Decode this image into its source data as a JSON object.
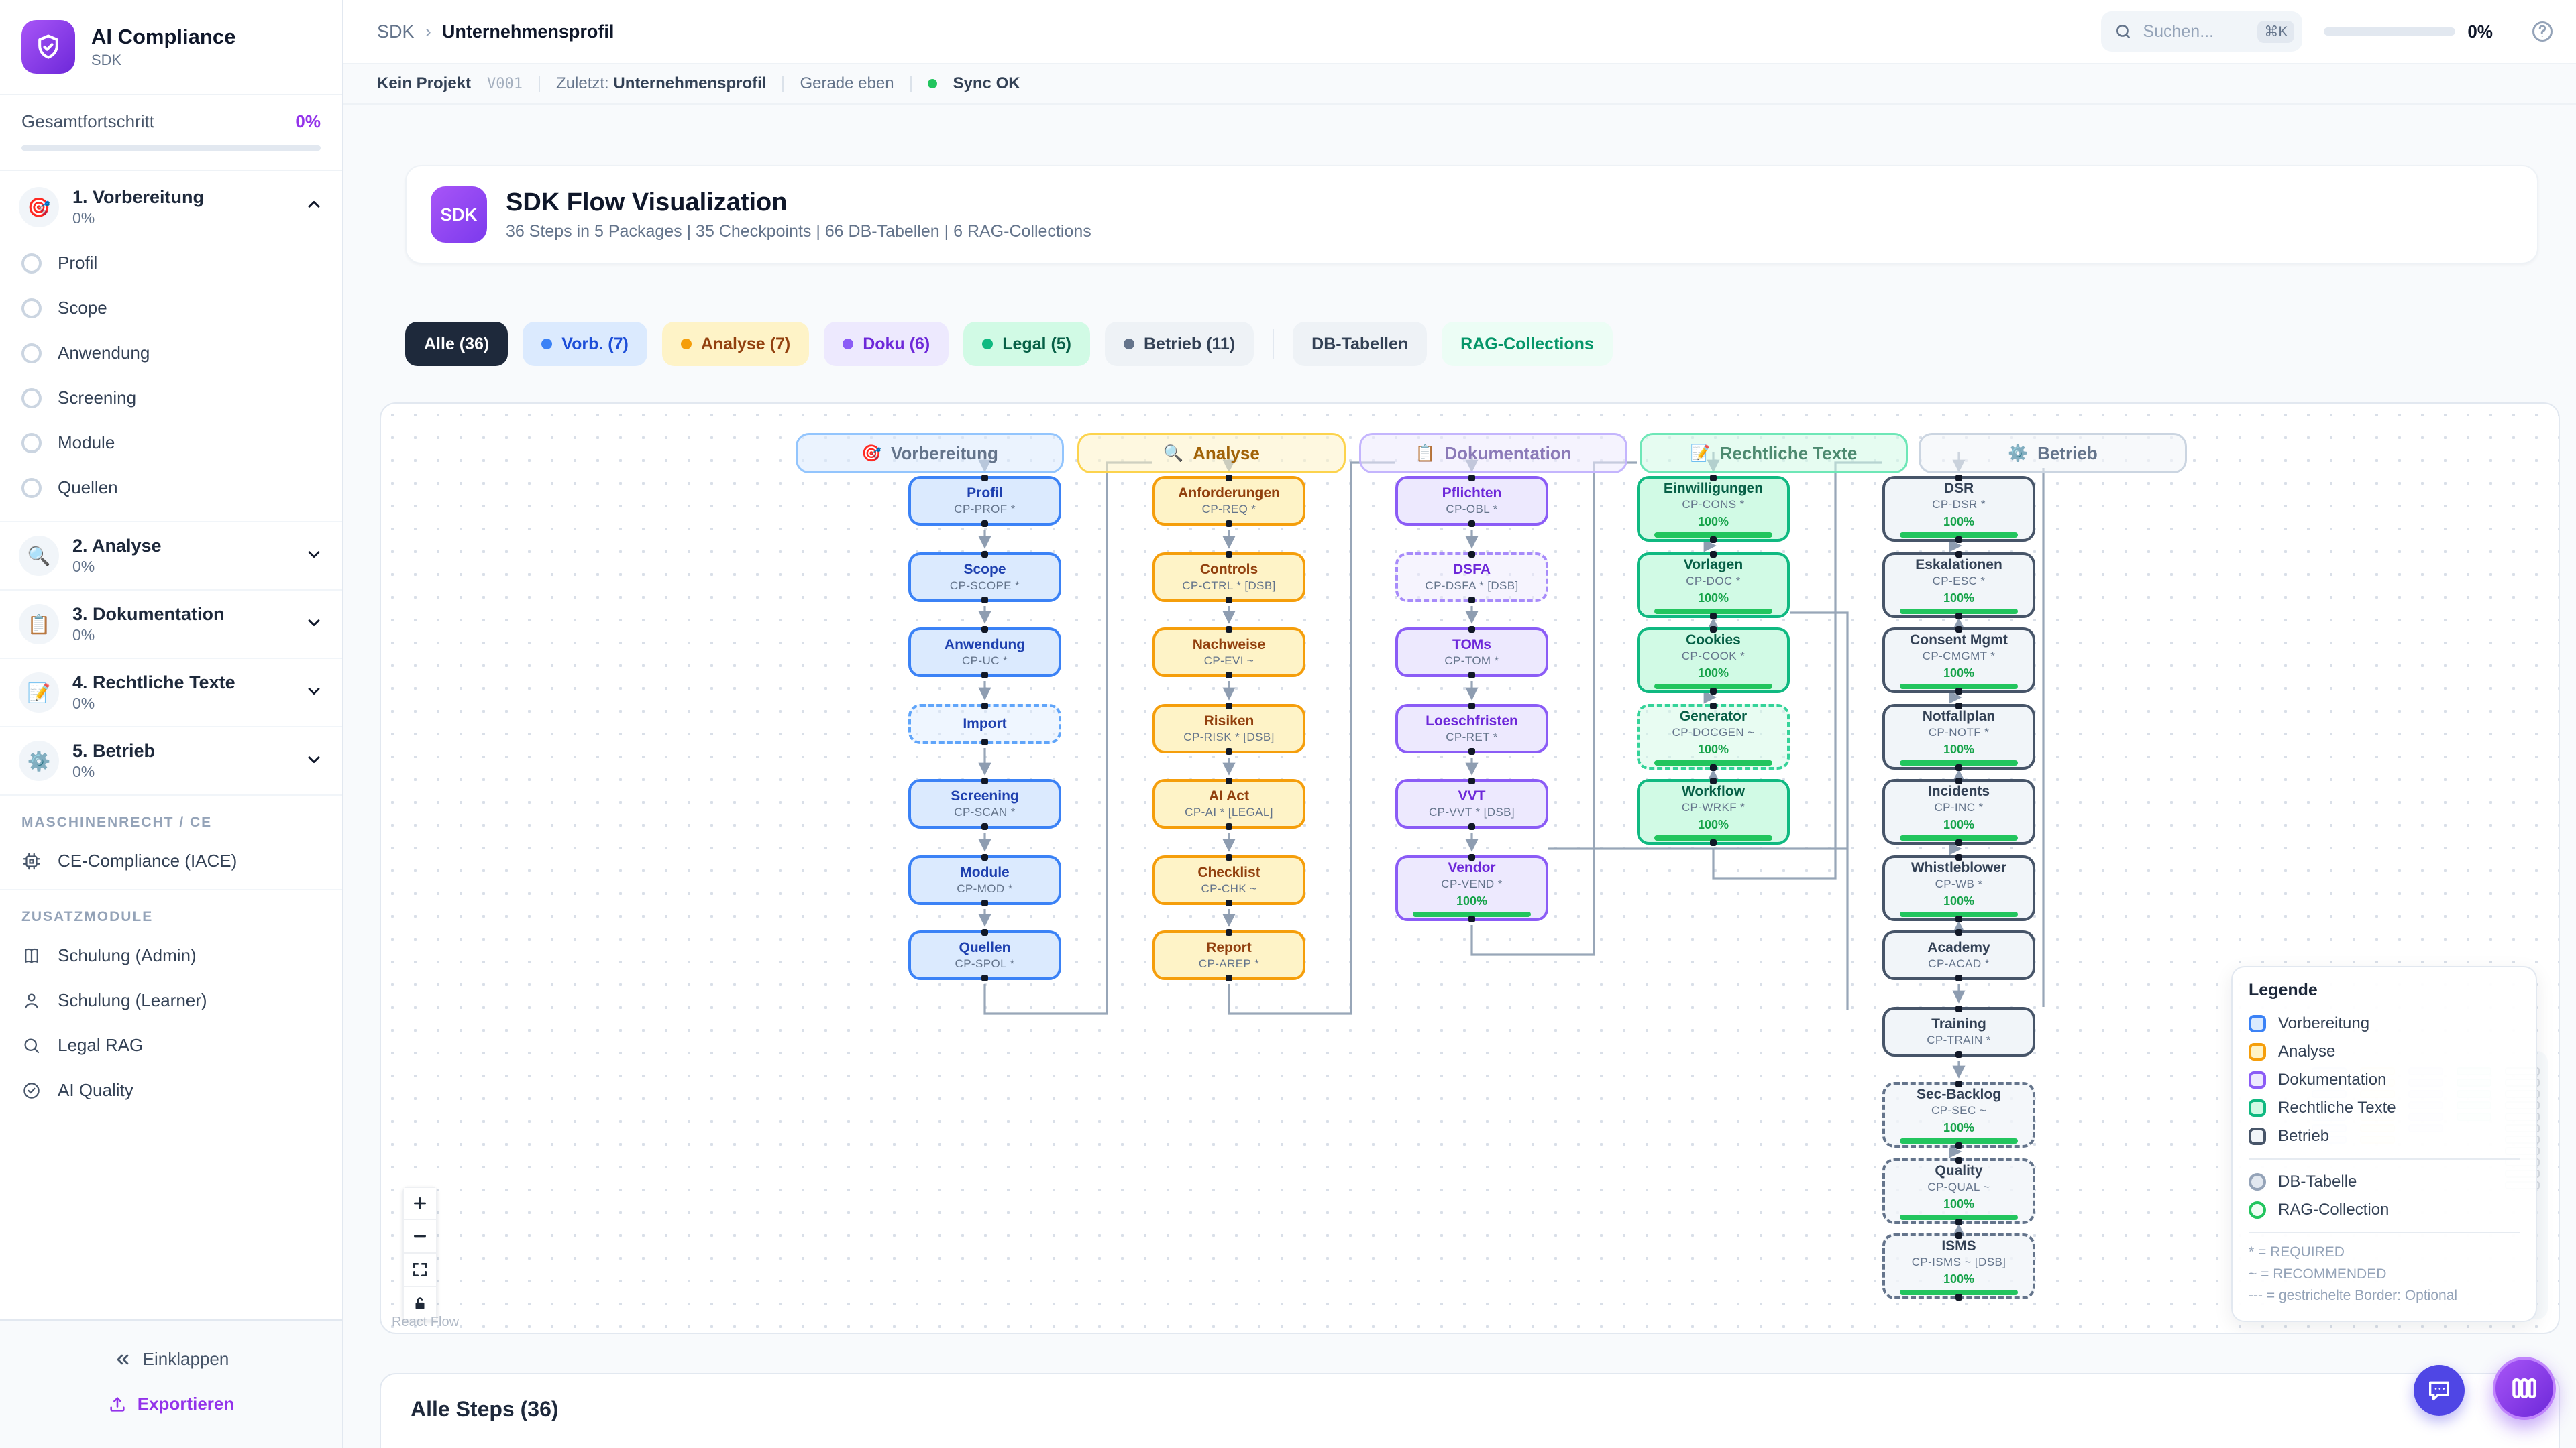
{
  "sidebar": {
    "brand": {
      "title": "AI Compliance",
      "subtitle": "SDK",
      "logo_icon": "shield-check-icon"
    },
    "overall": {
      "label": "Gesamtfortschritt",
      "value": "0%"
    },
    "phases": [
      {
        "label": "1. Vorbereitung",
        "progress": "0%",
        "emoji": "🎯",
        "expanded": true,
        "items": [
          "Profil",
          "Scope",
          "Anwendung",
          "Screening",
          "Module",
          "Quellen"
        ]
      },
      {
        "label": "2. Analyse",
        "progress": "0%",
        "emoji": "🔍",
        "expanded": false,
        "items": []
      },
      {
        "label": "3. Dokumentation",
        "progress": "0%",
        "emoji": "📋",
        "expanded": false,
        "items": []
      },
      {
        "label": "4. Rechtliche Texte",
        "progress": "0%",
        "emoji": "📝",
        "expanded": false,
        "items": []
      },
      {
        "label": "5. Betrieb",
        "progress": "0%",
        "emoji": "⚙️",
        "expanded": false,
        "items": []
      }
    ],
    "sections": [
      {
        "label": "MASCHINENRECHT / CE",
        "items": [
          {
            "label": "CE-Compliance (IACE)",
            "icon": "chip-icon"
          }
        ]
      },
      {
        "label": "ZUSATZMODULE",
        "items": [
          {
            "label": "Schulung (Admin)",
            "icon": "book-icon"
          },
          {
            "label": "Schulung (Learner)",
            "icon": "user-icon"
          },
          {
            "label": "Legal RAG",
            "icon": "search-icon"
          },
          {
            "label": "AI Quality",
            "icon": "check-circle-icon"
          }
        ]
      }
    ],
    "footer": {
      "collapse": "Einklappen",
      "export": "Exportieren"
    }
  },
  "topbar": {
    "breadcrumb": {
      "root": "SDK",
      "current": "Unternehmensprofil"
    },
    "search": {
      "placeholder": "Suchen...",
      "shortcut": "⌘K"
    },
    "progress": "0%"
  },
  "statusbar": {
    "project": "Kein Projekt",
    "version": "V001",
    "last_label": "Zuletzt:",
    "last_value": "Unternehmensprofil",
    "time": "Gerade eben",
    "sync": "Sync OK",
    "sync_color": "#22c55e"
  },
  "header": {
    "badge": "SDK",
    "title": "SDK Flow Visualization",
    "subtitle": "36 Steps in 5 Packages | 35 Checkpoints | 66 DB-Tabellen | 6 RAG-Collections"
  },
  "filters": [
    {
      "label": "Alle (36)",
      "bg": "#1e293b",
      "text": "#ffffff",
      "active": true
    },
    {
      "label": "Vorb. (7)",
      "bg": "#dbeafe",
      "text": "#1d4ed8",
      "dot": "#3b82f6"
    },
    {
      "label": "Analyse (7)",
      "bg": "#fef3c7",
      "text": "#92400e",
      "dot": "#f59e0b"
    },
    {
      "label": "Doku (6)",
      "bg": "#ede9fe",
      "text": "#6d28d9",
      "dot": "#8b5cf6"
    },
    {
      "label": "Legal (5)",
      "bg": "#d1fae5",
      "text": "#065f46",
      "dot": "#10b981"
    },
    {
      "label": "Betrieb (11)",
      "bg": "#eef2f6",
      "text": "#334155",
      "dot": "#64748b"
    },
    {
      "label": "DB-Tabellen",
      "bg": "#eef2f6",
      "text": "#334155",
      "divider_before": true
    },
    {
      "label": "RAG-Collections",
      "bg": "#ecfdf5",
      "text": "#059669"
    }
  ],
  "flow": {
    "groups": [
      {
        "key": "vorbereitung",
        "label": "Vorbereitung",
        "emoji": "🎯",
        "fill": "#dbeafe",
        "stroke": "#3b82f6",
        "text": "#1e40af",
        "dash_fill": "rgba(219,234,254,0.45)",
        "dash_stroke": "#60a5fa",
        "head_bg": "rgba(219,234,254,0.55)",
        "head_border": "#93c5fd",
        "head_text": "#64748b",
        "nodes": [
          {
            "title": "Profil",
            "code": "CP-PROF *"
          },
          {
            "title": "Scope",
            "code": "CP-SCOPE *"
          },
          {
            "title": "Anwendung",
            "code": "CP-UC *"
          },
          {
            "title": "Import",
            "code": "",
            "dashed": true
          },
          {
            "title": "Screening",
            "code": "CP-SCAN *"
          },
          {
            "title": "Module",
            "code": "CP-MOD *"
          },
          {
            "title": "Quellen",
            "code": "CP-SPOL *"
          }
        ]
      },
      {
        "key": "analyse",
        "label": "Analyse",
        "emoji": "🔍",
        "fill": "#fef3c7",
        "stroke": "#f59e0b",
        "text": "#92400e",
        "dash_fill": "rgba(254,243,199,0.5)",
        "dash_stroke": "#fbbf24",
        "head_bg": "rgba(254,243,199,0.55)",
        "head_border": "#fcd34d",
        "head_text": "#a16207",
        "nodes": [
          {
            "title": "Anforderungen",
            "code": "CP-REQ *"
          },
          {
            "title": "Controls",
            "code": "CP-CTRL * [DSB]"
          },
          {
            "title": "Nachweise",
            "code": "CP-EVI ~"
          },
          {
            "title": "Risiken",
            "code": "CP-RISK * [DSB]"
          },
          {
            "title": "AI Act",
            "code": "CP-AI * [LEGAL]"
          },
          {
            "title": "Checklist",
            "code": "CP-CHK ~"
          },
          {
            "title": "Report",
            "code": "CP-AREP *"
          }
        ]
      },
      {
        "key": "dokumentation",
        "label": "Dokumentation",
        "emoji": "📋",
        "fill": "#ede9fe",
        "stroke": "#8b5cf6",
        "text": "#6d28d9",
        "dash_fill": "rgba(237,233,254,0.5)",
        "dash_stroke": "#a78bfa",
        "head_bg": "rgba(237,233,254,0.55)",
        "head_border": "#c4b5fd",
        "head_text": "#8b7ab8",
        "nodes": [
          {
            "title": "Pflichten",
            "code": "CP-OBL *"
          },
          {
            "title": "DSFA",
            "code": "CP-DSFA * [DSB]",
            "dashed": true
          },
          {
            "title": "TOMs",
            "code": "CP-TOM *"
          },
          {
            "title": "Loeschfristen",
            "code": "CP-RET *"
          },
          {
            "title": "VVT",
            "code": "CP-VVT * [DSB]"
          },
          {
            "title": "Vendor",
            "code": "CP-VEND *",
            "progress": "100%"
          }
        ]
      },
      {
        "key": "rechtliche-texte",
        "label": "Rechtliche Texte",
        "emoji": "📝",
        "fill": "#d1fae5",
        "stroke": "#10b981",
        "text": "#065f46",
        "dash_fill": "rgba(209,250,229,0.5)",
        "dash_stroke": "#34d399",
        "head_bg": "rgba(209,250,229,0.55)",
        "head_border": "#6ee7b7",
        "head_text": "#4d8a70",
        "nodes": [
          {
            "title": "Einwilligungen",
            "code": "CP-CONS *",
            "progress": "100%"
          },
          {
            "title": "Vorlagen",
            "code": "CP-DOC *",
            "progress": "100%"
          },
          {
            "title": "Cookies",
            "code": "CP-COOK *",
            "progress": "100%"
          },
          {
            "title": "Generator",
            "code": "CP-DOCGEN ~",
            "progress": "100%",
            "dashed": true
          },
          {
            "title": "Workflow",
            "code": "CP-WRKF *",
            "progress": "100%"
          }
        ]
      },
      {
        "key": "betrieb",
        "label": "Betrieb",
        "emoji": "⚙️",
        "fill": "#f1f5f9",
        "stroke": "#475569",
        "text": "#334155",
        "dash_fill": "rgba(241,245,249,0.78)",
        "dash_stroke": "#64748b",
        "head_bg": "rgba(241,245,249,0.6)",
        "head_border": "#cbd5e1",
        "head_text": "#64748b",
        "nodes": [
          {
            "title": "DSR",
            "code": "CP-DSR *",
            "progress": "100%"
          },
          {
            "title": "Eskalationen",
            "code": "CP-ESC *",
            "progress": "100%"
          },
          {
            "title": "Consent Mgmt",
            "code": "CP-CMGMT *",
            "progress": "100%"
          },
          {
            "title": "Notfallplan",
            "code": "CP-NOTF *",
            "progress": "100%"
          },
          {
            "title": "Incidents",
            "code": "CP-INC *",
            "progress": "100%"
          },
          {
            "title": "Whistleblower",
            "code": "CP-WB *",
            "progress": "100%"
          },
          {
            "title": "Academy",
            "code": "CP-ACAD *"
          },
          {
            "title": "Training",
            "code": "CP-TRAIN *"
          },
          {
            "title": "Sec-Backlog",
            "code": "CP-SEC ~",
            "progress": "100%",
            "dashed": true
          },
          {
            "title": "Quality",
            "code": "CP-QUAL ~",
            "progress": "100%",
            "dashed": true
          },
          {
            "title": "ISMS",
            "code": "CP-ISMS ~ [DSB]",
            "progress": "100%",
            "dashed": true
          }
        ]
      }
    ],
    "legend": {
      "title": "Legende",
      "group_swatches": [
        {
          "label": "Vorbereitung",
          "fill": "#dbeafe",
          "stroke": "#3b82f6"
        },
        {
          "label": "Analyse",
          "fill": "#fef3c7",
          "stroke": "#f59e0b"
        },
        {
          "label": "Dokumentation",
          "fill": "#ede9fe",
          "stroke": "#8b5cf6"
        },
        {
          "label": "Rechtliche Texte",
          "fill": "#d1fae5",
          "stroke": "#10b981"
        },
        {
          "label": "Betrieb",
          "fill": "#f1f5f9",
          "stroke": "#475569"
        }
      ],
      "circle_swatches": [
        {
          "label": "DB-Tabelle",
          "fill": "#e2e8f0",
          "stroke": "#94a3b8"
        },
        {
          "label": "RAG-Collection",
          "fill": "#f0fdf4",
          "stroke": "#22c55e"
        }
      ],
      "footnotes": [
        "* = REQUIRED",
        "~ = RECOMMENDED",
        "--- = gestrichelte Border: Optional"
      ]
    },
    "controls": [
      "zoom-in",
      "zoom-out",
      "fit-view",
      "lock"
    ],
    "attribution": "React Flow"
  },
  "bottom_panel": {
    "title": "Alle Steps (36)"
  }
}
